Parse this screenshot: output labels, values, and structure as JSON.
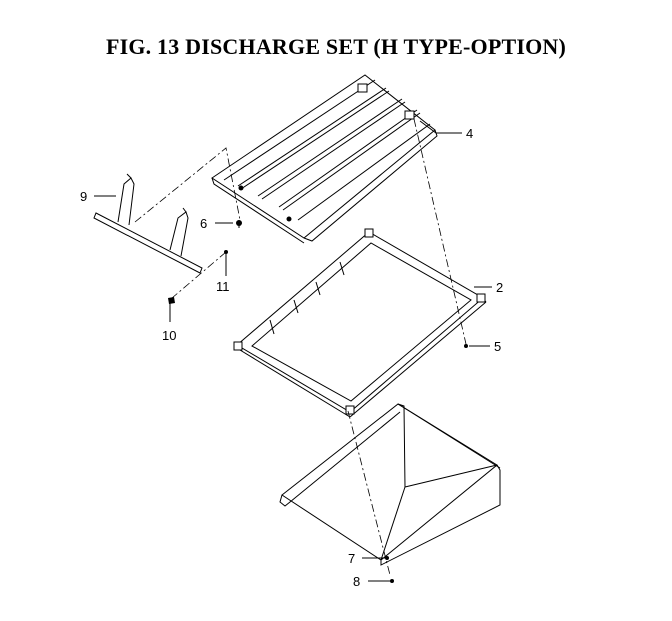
{
  "title": "FIG. 13  DISCHARGE SET (H TYPE-OPTION)",
  "callouts": {
    "c1": "9",
    "c2": "6",
    "c3": "4",
    "c4": "11",
    "c5": "10",
    "c6": "2",
    "c7": "5",
    "c8": "7",
    "c9": "8"
  },
  "colors": {
    "line": "#000000",
    "background": "#ffffff"
  }
}
